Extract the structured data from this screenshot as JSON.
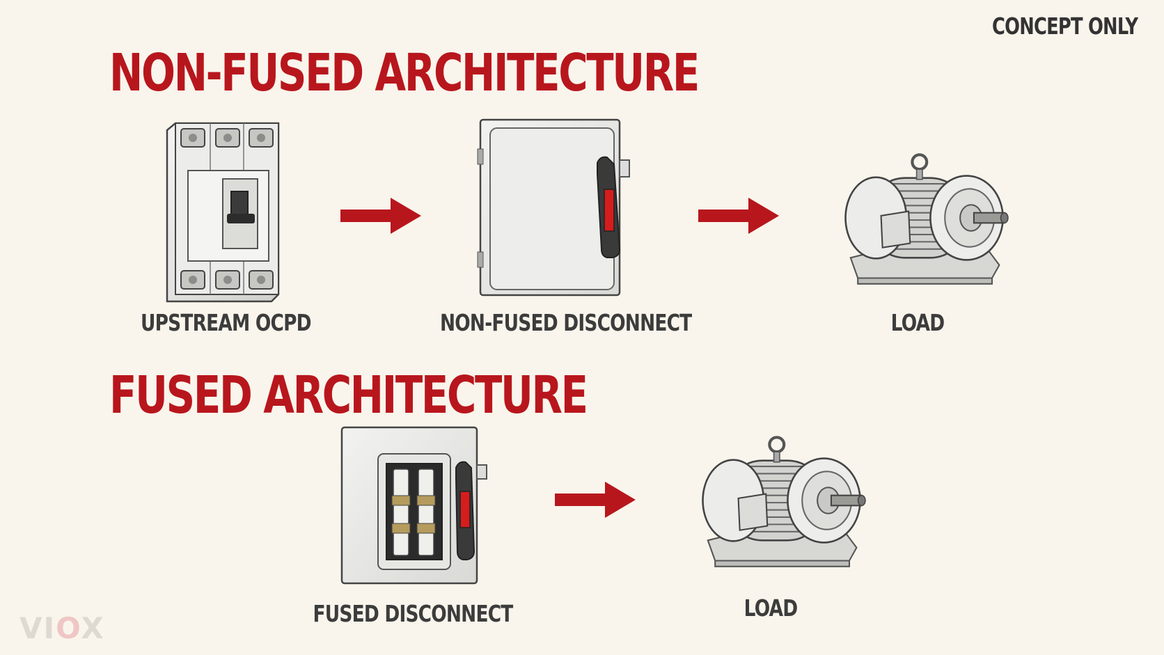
{
  "tag": "CONCEPT ONLY",
  "colors": {
    "background": "#f9f5ec",
    "heading": "#b8161d",
    "arrow": "#b8161d",
    "label": "#3c3c3c"
  },
  "rows": [
    {
      "heading": "NON-FUSED ARCHITECTURE",
      "items": [
        {
          "label": "UPSTREAM OCPD",
          "icon": "circuit-breaker-icon"
        },
        {
          "label": "NON-FUSED DISCONNECT",
          "icon": "disconnect-switch-icon"
        },
        {
          "label": "LOAD",
          "icon": "electric-motor-icon"
        }
      ]
    },
    {
      "heading": "FUSED ARCHITECTURE",
      "items": [
        {
          "label": "FUSED DISCONNECT",
          "icon": "fused-disconnect-icon"
        },
        {
          "label": "LOAD",
          "icon": "electric-motor-icon"
        }
      ]
    }
  ],
  "logo": {
    "part1": "VI",
    "part2": "O",
    "part3": "X"
  }
}
